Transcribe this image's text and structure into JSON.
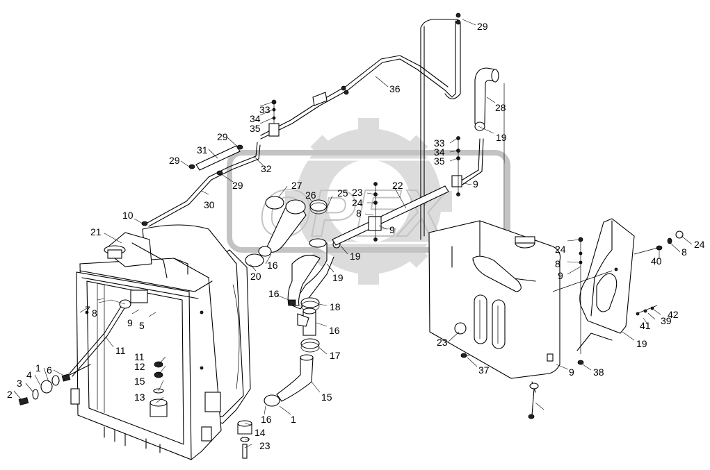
{
  "watermark": {
    "text": "OPEX"
  },
  "callouts": [
    "29",
    "36",
    "28",
    "19",
    "33",
    "34",
    "35",
    "9",
    "33",
    "34",
    "35",
    "22",
    "23",
    "24",
    "8",
    "27",
    "26",
    "25",
    "9",
    "19",
    "31",
    "29",
    "32",
    "29",
    "30",
    "29",
    "10",
    "21",
    "16",
    "20",
    "19",
    "16",
    "18",
    "16",
    "17",
    "15",
    "16",
    "1",
    "2",
    "3",
    "4",
    "1",
    "6",
    "7",
    "8",
    "9",
    "5",
    "11",
    "11",
    "12",
    "15",
    "13",
    "14",
    "23",
    "24",
    "8",
    "9",
    "24",
    "8",
    "40",
    "42",
    "41",
    "39",
    "19",
    "23",
    "37",
    "9",
    "38"
  ]
}
